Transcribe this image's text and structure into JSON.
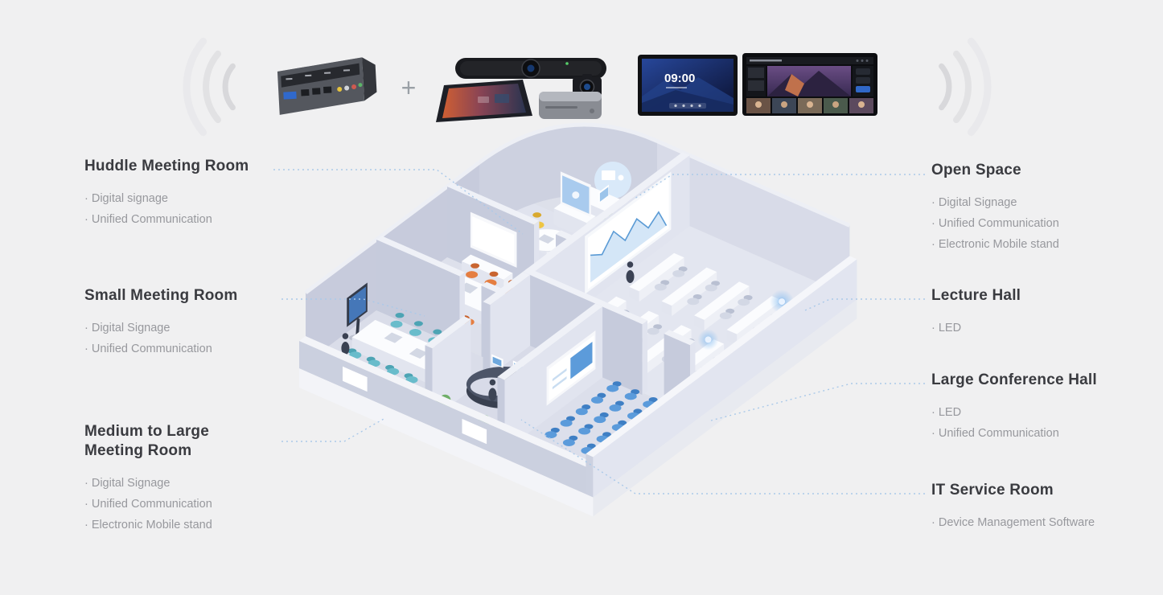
{
  "palette": {
    "background": "#f0f0f1",
    "connector_blue": "#aac9e9",
    "accent_blue": "#4a90d9",
    "title_color": "#3a3b40",
    "bullet_color": "#97989d"
  },
  "header_devices": {
    "plus_sign": "+",
    "display_clock": "09:00",
    "items": [
      "signal-waves-left",
      "av-matrix-switcher",
      "video-conference-bar",
      "ptz-camera",
      "touch-control-panel",
      "codec-box",
      "interactive-flat-panel",
      "video-wall-display",
      "signal-waves-right"
    ]
  },
  "rooms_left": [
    {
      "title": "Huddle Meeting Room",
      "bullets": [
        "· Digital signage",
        "· Unified Communication"
      ]
    },
    {
      "title": "Small Meeting Room",
      "bullets": [
        "· Digital Signage",
        "· Unified Communication"
      ]
    },
    {
      "title": "Medium to Large Meeting Room",
      "bullets": [
        "· Digital Signage",
        "· Unified Communication",
        "· Electronic Mobile stand"
      ]
    }
  ],
  "rooms_right": [
    {
      "title": "Open Space",
      "bullets": [
        "· Digital Signage",
        "· Unified Communication",
        "· Electronic Mobile stand"
      ]
    },
    {
      "title": "Lecture Hall",
      "bullets": [
        "· LED"
      ]
    },
    {
      "title": "Large Conference Hall",
      "bullets": [
        "· LED",
        "· Unified Communication"
      ]
    },
    {
      "title": "IT Service Room",
      "bullets": [
        "· Device Management Software"
      ]
    }
  ]
}
